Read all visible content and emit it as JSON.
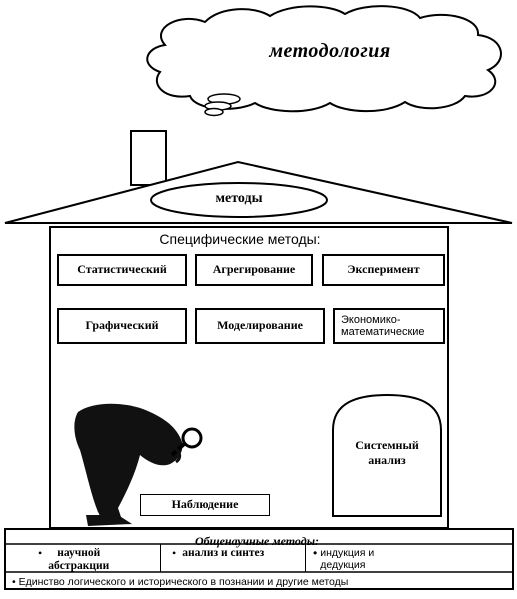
{
  "cloud": {
    "label": "методология"
  },
  "roof": {
    "label": "методы"
  },
  "specific": {
    "title": "Специфические методы:",
    "methods": [
      "Статистический",
      "Агрегирование",
      "Эксперимент",
      "Графический",
      "Моделирование",
      "Экономико-\nматематические"
    ]
  },
  "system_analysis": {
    "label": "Системный\nанализ"
  },
  "observation": {
    "label": "Наблюдение"
  },
  "general": {
    "title": "Общенаучные методы:",
    "items": [
      "научной\nабстракции",
      "анализ и синтез",
      "индукция и\nдедукция"
    ],
    "bullet": "•",
    "bottom": "Единство логического и исторического в познании и другие методы"
  }
}
